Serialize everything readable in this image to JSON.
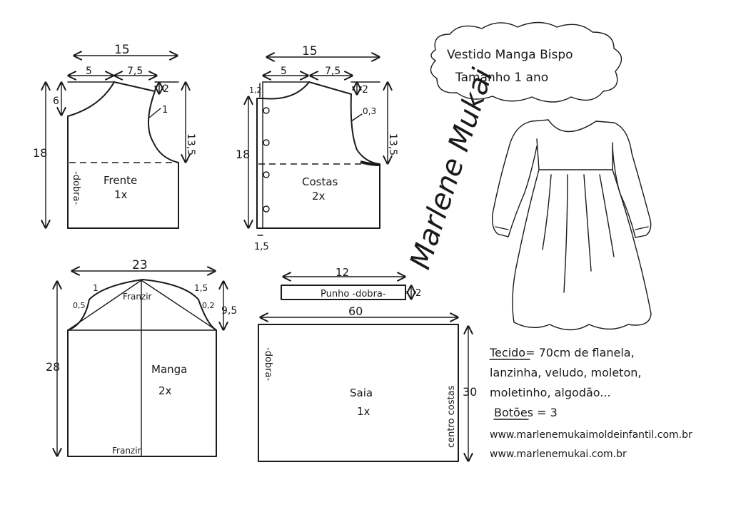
{
  "title": {
    "line1": "Vestido Manga Bispo",
    "line2": "Tamanho 1 ano"
  },
  "frente": {
    "label": "Frente",
    "qty": "1x",
    "fold": "-dobra-",
    "dims": {
      "width": "15",
      "neck_width": "5",
      "shoulder": "7,5",
      "neck_depth": "6",
      "shoulder_drop": "2",
      "armhole": "1",
      "armhole_height": "13,5",
      "height": "18"
    }
  },
  "costas": {
    "label": "Costas",
    "qty": "2x",
    "dims": {
      "width": "15",
      "neck_width": "5",
      "shoulder": "7,5",
      "neck_depth": "1,2",
      "shoulder_drop": "2",
      "armhole": "0,3",
      "armhole_height": "13,5",
      "height": "18",
      "extension": "1,5"
    }
  },
  "manga": {
    "label": "Manga",
    "qty": "2x",
    "gather_top": "Franzir",
    "gather_bottom": "Franzir",
    "dims": {
      "width": "23",
      "cap_height": "9,5",
      "height": "28",
      "c_left_top": "1",
      "c_left_side": "0,5",
      "c_right_top": "1,5",
      "c_right_side": "0,2"
    }
  },
  "punho": {
    "label": "Punho -dobra-",
    "dims": {
      "width": "12",
      "height": "2"
    }
  },
  "saia": {
    "label": "Saia",
    "qty": "1x",
    "fold": "-dobra-",
    "center": "centro costas",
    "dims": {
      "width": "60",
      "height": "30"
    }
  },
  "signature": "Marlene Mukai",
  "notes": {
    "fabric_line1": "Tecido= 70cm de flanela,",
    "fabric_line2": "lanzinha, veludo, moleton,",
    "fabric_line3": "moletinho, algodão...",
    "buttons": "Botões = 3",
    "url1": "www.marlenemukaimoldeinfantil.com.br",
    "url2": "www.marlenemukai.com.br"
  }
}
